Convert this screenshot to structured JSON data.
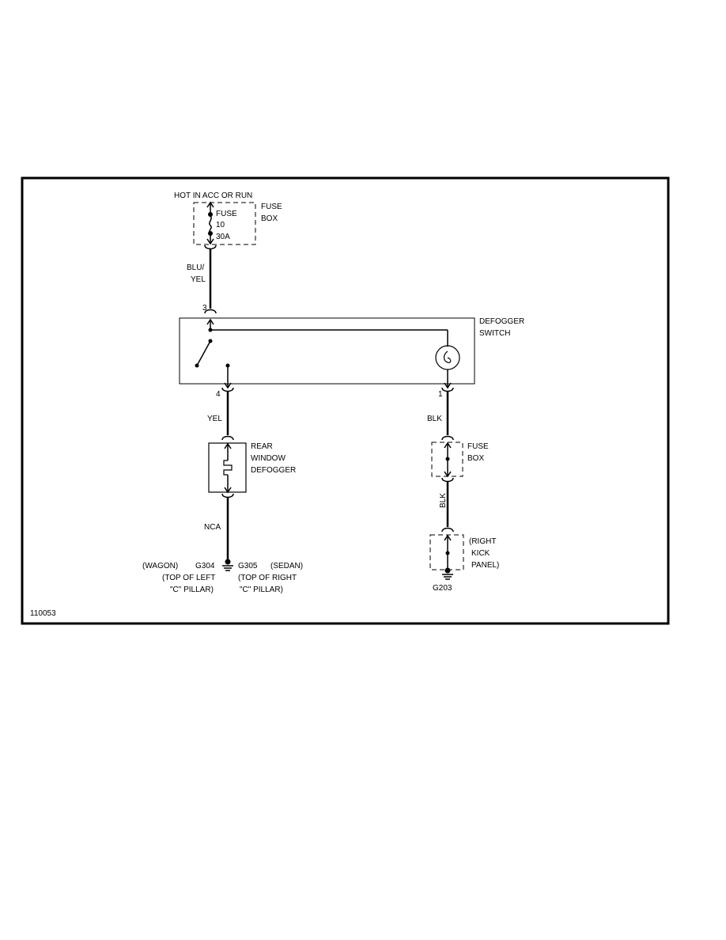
{
  "figure_id": "110053",
  "power_source": "HOT IN ACC OR RUN",
  "top_fuse": {
    "box_label": [
      "FUSE",
      "BOX"
    ],
    "fuse_label": "FUSE",
    "fuse_number": "10",
    "fuse_rating": "30A"
  },
  "wire_blu_yel": [
    "BLU/",
    "YEL"
  ],
  "switch": {
    "label": [
      "DEFOGGER",
      "SWITCH"
    ],
    "pin_top": "3",
    "pin_left": "4",
    "pin_right": "1"
  },
  "wire_yel": "YEL",
  "defogger": [
    "REAR",
    "WINDOW",
    "DEFOGGER"
  ],
  "wire_nca": "NCA",
  "ground_left": {
    "wagon_tag": "(WAGON)",
    "g304": "G304",
    "wagon_loc": [
      "(TOP OF LEFT",
      "\"C\" PILLAR)"
    ],
    "g305": "G305",
    "sedan_tag": "(SEDAN)",
    "sedan_loc": [
      "(TOP OF RIGHT",
      "\"C\" PILLAR)"
    ]
  },
  "wire_blk_1": "BLK",
  "mid_fuse_box": [
    "FUSE",
    "BOX"
  ],
  "wire_blk_2": "BLK",
  "kick_panel": [
    "(RIGHT",
    "KICK",
    "PANEL)"
  ],
  "ground_right": "G203"
}
